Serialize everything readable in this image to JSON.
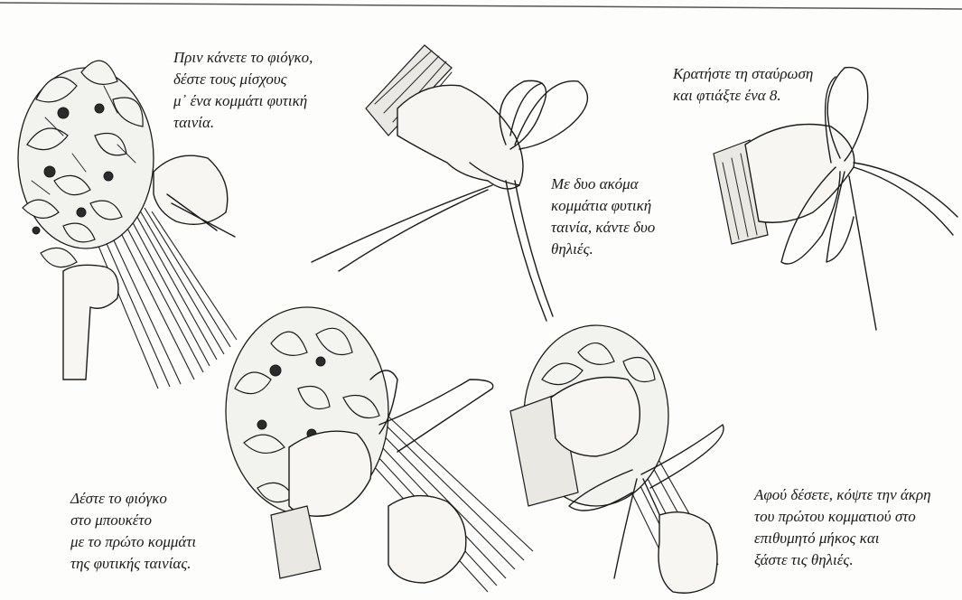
{
  "captions": {
    "step1": [
      "Πριν κάνετε το φιόγκο,",
      "δέστε τους μίσχους",
      "μ᾽ ένα κομμάτι φυτική",
      "ταινία."
    ],
    "step2": [
      "Με δυο ακόμα",
      "κομμάτια φυτική",
      "ταινία, κάντε δυο",
      "θηλιές."
    ],
    "step3": [
      "Κρατήστε τη σταύρωση",
      "και φτιάξτε ένα 8."
    ],
    "step4": [
      "Δέστε το φιόγκο",
      "στο μπουκέτο",
      "με το πρώτο κομμάτι",
      "της φυτικής ταινίας."
    ],
    "step5": [
      "Αφού δέσετε, κόψτε την άκρη",
      "του πρώτου κομματιού στο",
      "επιθυμητό μήκος και",
      "ξάστε τις θηλιές."
    ]
  }
}
